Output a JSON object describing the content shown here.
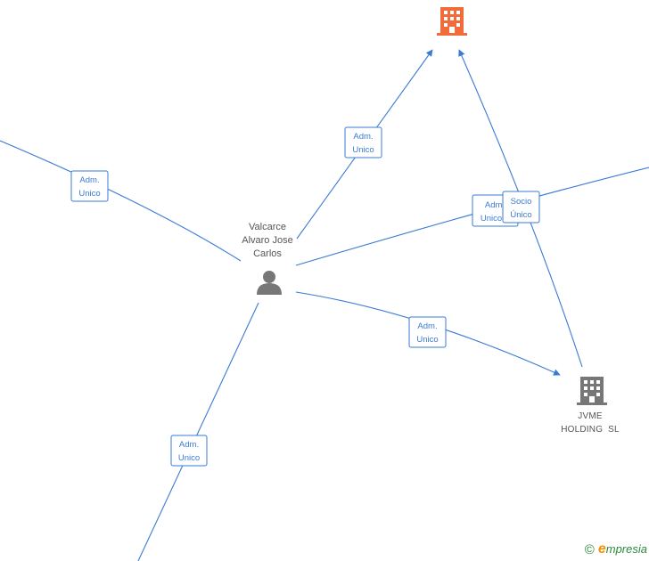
{
  "nodes": {
    "top_company": {
      "label": "",
      "color": "#f26b3a"
    },
    "person": {
      "label_lines": [
        "Valcarce",
        "Alvaro Jose",
        "Carlos"
      ],
      "color": "#777777"
    },
    "jvme": {
      "label_lines": [
        "JVME",
        "HOLDING  SL"
      ],
      "color": "#777777"
    }
  },
  "edges": [
    {
      "id": "e-left",
      "label_lines": [
        "Adm.",
        "Unico"
      ]
    },
    {
      "id": "e-top",
      "label_lines": [
        "Adm.",
        "Unico"
      ]
    },
    {
      "id": "e-right",
      "label_lines": [
        "Adm.",
        "Unico"
      ]
    },
    {
      "id": "e-socio",
      "label_lines": [
        "Socio",
        "Único"
      ]
    },
    {
      "id": "e-jvme",
      "label_lines": [
        "Adm.",
        "Unico"
      ]
    },
    {
      "id": "e-bottom",
      "label_lines": [
        "Adm.",
        "Unico"
      ]
    }
  ],
  "colors": {
    "edge": "#3a7bd5",
    "accent": "#f26b3a",
    "node": "#777777"
  },
  "watermark": {
    "copyright": "©",
    "brand_initial": "e",
    "brand_rest": "mpresia"
  }
}
